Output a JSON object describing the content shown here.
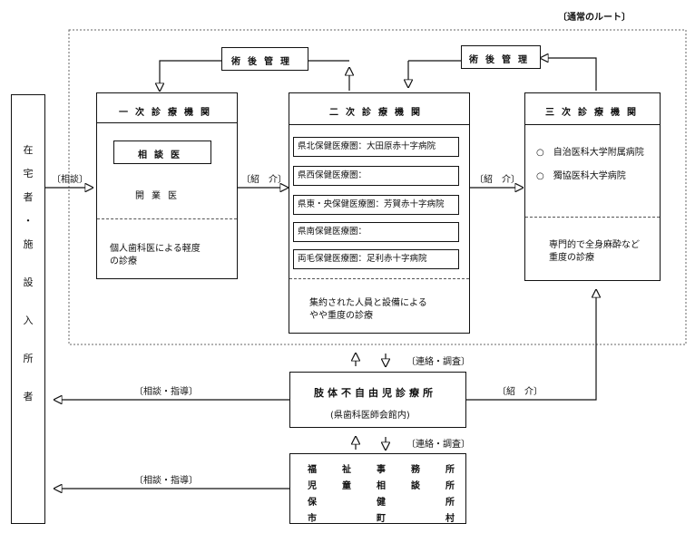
{
  "route_label": "〔通常のルート〕",
  "post_management_left": "術後管理",
  "post_management_right": "術後管理",
  "left_column": [
    "在",
    "宅",
    "者",
    "・",
    "施",
    "設",
    "入",
    "所",
    "者"
  ],
  "consult_label": "〔相談〕",
  "intro_label_1": "〔紹　介〕",
  "intro_label_2": "〔紹　介〕",
  "intro_label_3": "〔紹　介〕",
  "primary": {
    "title": "一次診療機関",
    "inner_box": "相談医",
    "doctor": "開業医",
    "desc_line1": "個人歯科医による軽度",
    "desc_line2": "の診療"
  },
  "secondary": {
    "title": "二次診療機関",
    "rows": [
      "県北保健医療圏：大田原赤十字病院",
      "県西保健医療圏：",
      "県東・央保健医療圏：芳賀赤十字病院",
      "県南保健医療圏：",
      "両毛保健医療圏：足利赤十字病院"
    ],
    "desc_line1": "集約された人員と設備による",
    "desc_line2": "やや重度の診療"
  },
  "tertiary": {
    "title": "三次診療機関",
    "item1": "○　自治医科大学附属病院",
    "item2": "○　獨協医科大学病院",
    "desc_line1": "専門的で全身麻酔など",
    "desc_line2": "重度の診療"
  },
  "liaison_label_1": "〔連絡・調査〕",
  "liaison_label_2": "〔連絡・調査〕",
  "guidance_label_1": "〔相談・指導〕",
  "guidance_label_2": "〔相談・指導〕",
  "clinic": {
    "title": "肢体不自由児診療所",
    "subtitle": "(県歯科医師会館内)"
  },
  "welfare": {
    "row1": [
      "福",
      "祉",
      "事",
      "務",
      "所"
    ],
    "row2": [
      "児",
      "童",
      "相",
      "談",
      "所"
    ],
    "row3": [
      "保",
      "",
      "健",
      "",
      "所"
    ],
    "row4": [
      "市",
      "",
      "町",
      "",
      "村"
    ]
  }
}
